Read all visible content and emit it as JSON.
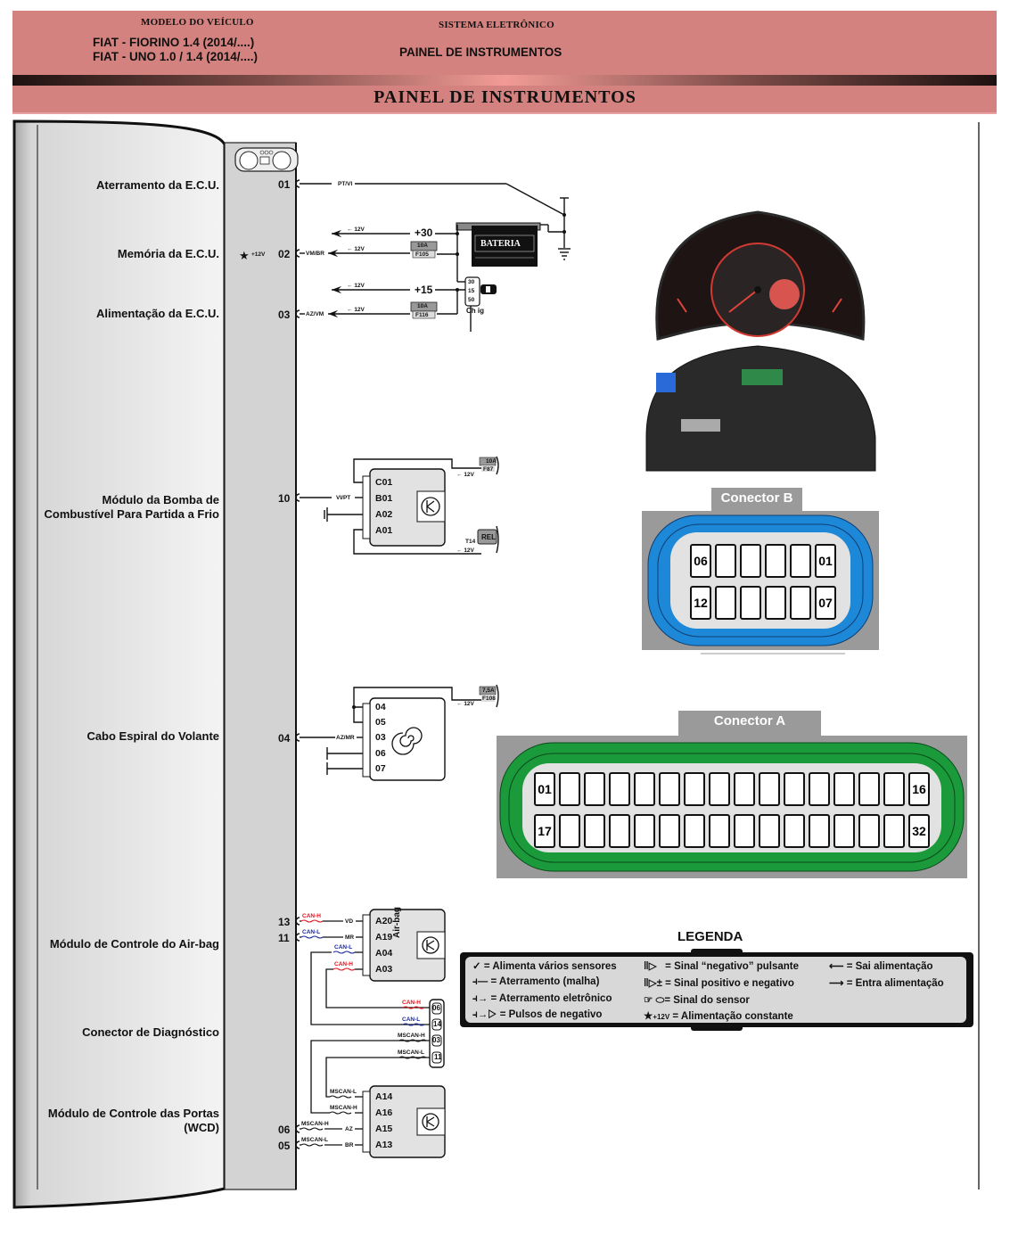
{
  "header": {
    "model_caption": "MODELO DO VEÍCULO",
    "models": [
      "FIAT - FIORINO  1.4 (2014/....)",
      "FIAT - UNO 1.0 / 1.4 (2014/....)"
    ],
    "system_caption": "SISTEMA ELETRÔNICO",
    "system_name": "PAINEL DE INSTRUMENTOS",
    "page_title": "PAINEL DE INSTRUMENTOS"
  },
  "components": [
    {
      "label": "Aterramento da E.C.U.",
      "pins": [
        "01"
      ]
    },
    {
      "label": "Memória da E.C.U.",
      "pins": [
        "02"
      ],
      "marker": "+12V"
    },
    {
      "label": "Alimentação da E.C.U.",
      "pins": [
        "03"
      ]
    },
    {
      "label": "Módulo da Bomba de Combustível Para Partida a Frio",
      "label_lines": [
        "Módulo da Bomba de",
        "Combustível Para Partida a Frio"
      ],
      "pins": [
        "10"
      ]
    },
    {
      "label": "Cabo Espiral do Volante",
      "pins": [
        "04"
      ]
    },
    {
      "label": "Módulo de Controle do Air-bag",
      "pins": [
        "13",
        "11"
      ]
    },
    {
      "label": "Conector de Diagnóstico",
      "pins": []
    },
    {
      "label": "Módulo de Controle das Portas (WCD)",
      "label_lines": [
        "Módulo de Controle das Portas",
        "(WCD)"
      ],
      "pins": [
        "06",
        "05"
      ]
    }
  ],
  "power": {
    "wire_01": "PT/VI",
    "wire_02": "VM/BR",
    "wire_03": "AZ/VM",
    "voltage": "12V",
    "line_30": "+30",
    "line_15": "+15",
    "fuse_f105": {
      "rating": "10A",
      "name": "F105"
    },
    "fuse_f116": {
      "rating": "10A",
      "name": "F116"
    },
    "battery": "BATERIA",
    "ignition_switch": "Ch ig",
    "ignition_terminals": [
      "30",
      "15",
      "50"
    ]
  },
  "fuel_pump_module": {
    "wire": "VI/PT",
    "pins": [
      "C01",
      "B01",
      "A02",
      "A01"
    ],
    "fuse": {
      "rating": "10A",
      "name": "F87"
    },
    "relay": {
      "name": "REL",
      "terminal": "T14"
    },
    "voltage": "12V"
  },
  "clock_spring": {
    "wire": "AZ/MR",
    "pins": [
      "04",
      "05",
      "03",
      "06",
      "07"
    ],
    "fuse": {
      "rating": "7,5A",
      "name": "F108"
    },
    "voltage": "12V"
  },
  "airbag_module": {
    "name": "Air-bag",
    "pins": [
      "A20",
      "A19",
      "A04",
      "A03"
    ],
    "wires": [
      {
        "signal": "CAN-H",
        "color": "VD"
      },
      {
        "signal": "CAN-L",
        "color": "MR"
      },
      {
        "signal": "CAN-L",
        "color": ""
      },
      {
        "signal": "CAN-H",
        "color": ""
      }
    ]
  },
  "diagnostic_connector": {
    "pins": [
      "06",
      "14",
      "03",
      "11"
    ],
    "signals": [
      "CAN-H",
      "CAN-L",
      "MSCAN-H",
      "MSCAN-L"
    ]
  },
  "door_module": {
    "pins": [
      "A14",
      "A16",
      "A15",
      "A13"
    ],
    "wires": [
      {
        "signal": "MSCAN-L",
        "color": ""
      },
      {
        "signal": "MSCAN-H",
        "color": ""
      },
      {
        "signal": "MSCAN-H",
        "color": "AZ"
      },
      {
        "signal": "MSCAN-L",
        "color": "BR"
      }
    ]
  },
  "connector_b": {
    "title": "Conector B",
    "top_row": {
      "first": "06",
      "last": "01",
      "count": 6
    },
    "bottom_row": {
      "first": "12",
      "last": "07",
      "count": 6
    },
    "color": "#1e88d8"
  },
  "connector_a": {
    "title": "Conector A",
    "top_row": {
      "first": "01",
      "last": "16",
      "count": 16
    },
    "bottom_row": {
      "first": "17",
      "last": "32",
      "count": 16
    },
    "color": "#1a9a3a"
  },
  "legend": {
    "title": "LEGENDA",
    "items": [
      [
        "= Alimenta vários sensores",
        "= Aterramento (malha)",
        "= Aterramento eletrônico",
        "= Pulsos de negativo"
      ],
      [
        "= Sinal “negativo” pulsante",
        "= Sinal positivo e negativo",
        "= Sinal do sensor",
        "= Alimentação constante"
      ],
      [
        "= Sai alimentação",
        "= Entra alimentação"
      ]
    ],
    "star_label": "+12V"
  },
  "colors": {
    "can_h": "#e0141c",
    "can_l": "#1a2a9a",
    "header": "#d4827f"
  }
}
